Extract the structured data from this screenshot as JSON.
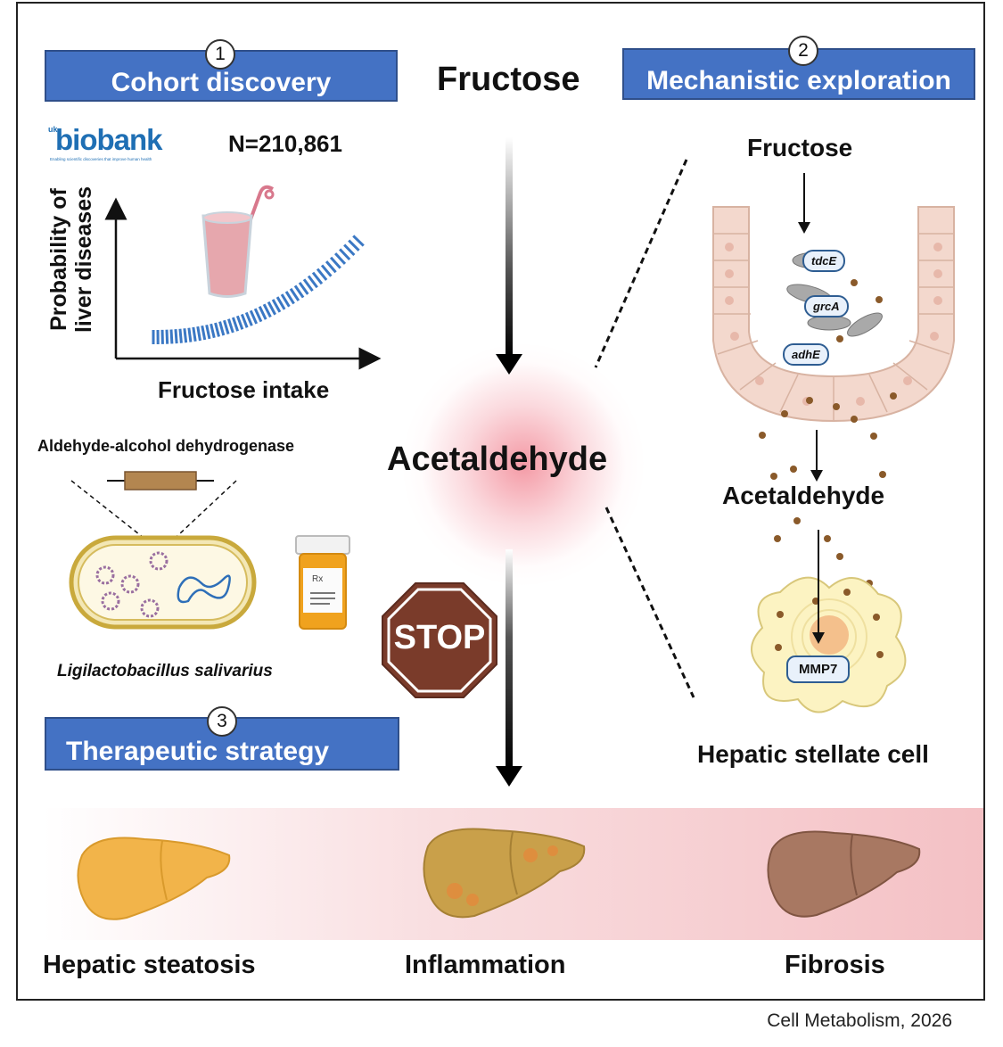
{
  "center": {
    "top": "Fructose",
    "middle": "Acetaldehyde"
  },
  "panel1": {
    "number": "1",
    "title": "Cohort discovery",
    "logo_main": "biobank",
    "logo_prefix": "uk",
    "logo_tagline": "Enabling scientific discoveries that improve human health",
    "n": "N=210,861",
    "y_axis": "Probability of liver diseases",
    "x_axis": "Fructose intake"
  },
  "panel2": {
    "number": "2",
    "title": "Mechanistic exploration",
    "fructose": "Fructose",
    "acetaldehyde": "Acetaldehyde",
    "genes": [
      "tdcE",
      "grcA",
      "adhE"
    ],
    "mmp": "MMP7",
    "cell": "Hepatic stellate cell"
  },
  "panel3": {
    "number": "3",
    "title": "Therapeutic strategy",
    "enzyme": "Aldehyde-alcohol dehydrogenase",
    "bacterium": "Ligilactobacillus salivarius",
    "stop": "STOP",
    "rx": "Rx"
  },
  "stages": [
    "Hepatic steatosis",
    "Inflammation",
    "Fibrosis"
  ],
  "citation": "Cell Metabolism, 2026",
  "colors": {
    "banner": "#4472c4",
    "stop": "#7a3b2a",
    "glow": "#f28a96",
    "band": "#f6c9cc",
    "liver_steatosis": "#f2b44a",
    "liver_inflammation": "#c9a04a",
    "liver_fibrosis": "#a87862"
  }
}
